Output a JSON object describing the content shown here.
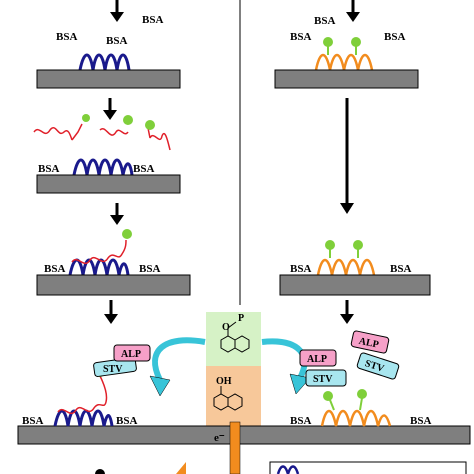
{
  "labels": {
    "bsa": "BSA",
    "alp": "ALP",
    "stv": "STV",
    "electron": "e⁻",
    "phosphate": "P",
    "oxygen": "O",
    "hydroxyl": "OH"
  },
  "colors": {
    "electrode_fill": "#7f7f7f",
    "probe_blue": "#1a1a8c",
    "target_red": "#e0202a",
    "aptamer_orange": "#f28c1e",
    "ligand_green": "#7fcf3a",
    "alp_pink": "#f6a0c8",
    "stv_cyan": "#a8e6ef",
    "arrow_cyan": "#38c4d8",
    "substrate_panel": "#d6f2c6",
    "product_panel": "#f7c89a"
  }
}
